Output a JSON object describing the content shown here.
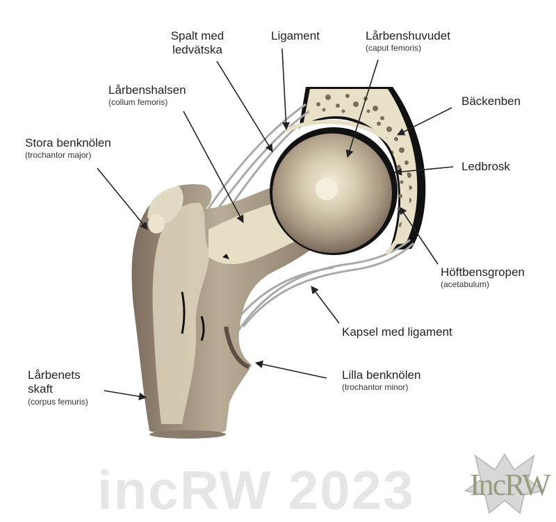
{
  "labels": {
    "spalt": {
      "main": "Spalt med ledvätska"
    },
    "ligament": {
      "main": "Ligament"
    },
    "huvud": {
      "main": "Lårbenshuvudet",
      "sub": "(caput femoris)"
    },
    "halsen": {
      "main": "Lårbenshalsen",
      "sub": "(collum femoris)"
    },
    "backen": {
      "main": "Bäckenben"
    },
    "stora": {
      "main": "Stora benknölen",
      "sub": "(trochantor major)"
    },
    "ledbrosk": {
      "main": "Ledbrosk"
    },
    "hoft": {
      "main": "Höftbensgropen",
      "sub": "(acetabulum)"
    },
    "kapsel": {
      "main": "Kapsel med ligament"
    },
    "skaft": {
      "main": "Lårbenets skaft",
      "sub": "(corpus femuris)"
    },
    "lilla": {
      "main": "Lilla benknölen",
      "sub": "(trochantor minor)"
    }
  },
  "watermark": "incRW 2023",
  "logo": "IncRW",
  "colors": {
    "bone_light": "#e9e3cc",
    "bone_dark": "#8b7a69",
    "head_center": "#f0ecd8",
    "head_edge": "#6e5f52",
    "outline": "#111111",
    "ligament": "#b8b8b8"
  }
}
